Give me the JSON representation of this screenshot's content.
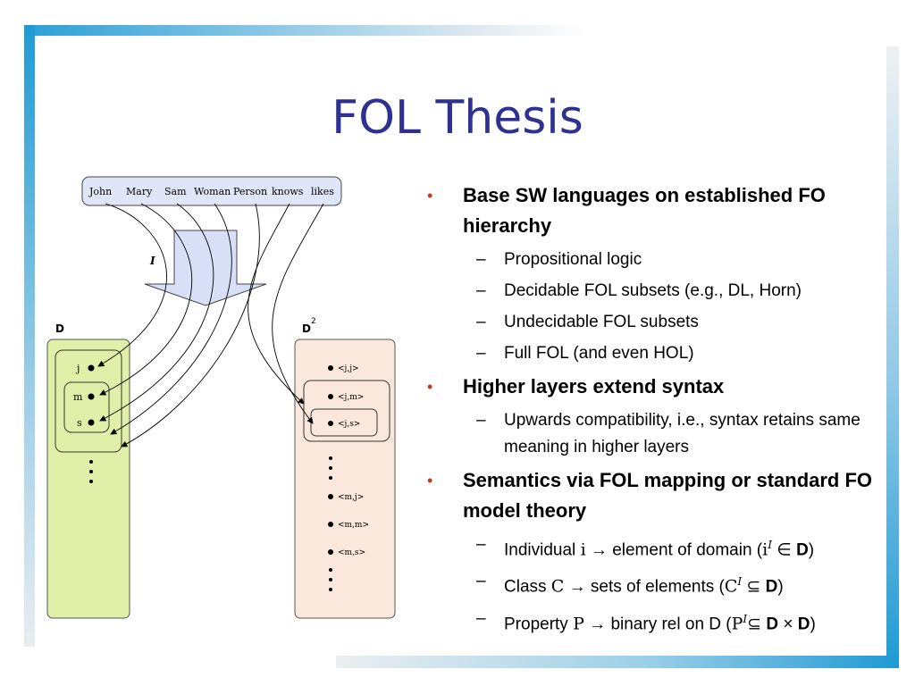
{
  "slide": {
    "title": "FOL Thesis",
    "colors": {
      "title": "#2e3192",
      "bullet_marker": "#c0392b",
      "frame": "#1f9ad3",
      "domain_box": "#e1f0a8",
      "pair_box": "#fbe8dc",
      "vocab_box": "#dfe6f8"
    }
  },
  "diagram": {
    "vocab": [
      "John",
      "Mary",
      "Sam",
      "Woman",
      "Person",
      "knows",
      "likes"
    ],
    "interp_label": "I",
    "domain_label": "D",
    "domain2_label": "D",
    "domain2_sup": "2",
    "elements": [
      "j",
      "m",
      "s"
    ],
    "pairs": [
      "<j,j>",
      "<j,m>",
      "<j,s>",
      "<m,j>",
      "<m,m>",
      "<m,s>"
    ]
  },
  "bullets": [
    {
      "text": "Base SW languages on established FO hierarchy",
      "subs": [
        "Propositional logic",
        "Decidable FOL subsets (e.g., DL, Horn)",
        "Undecidable FOL subsets",
        "Full FOL (and even HOL)"
      ]
    },
    {
      "text": "Higher layers extend syntax",
      "subs": [
        "Upwards compatibility, i.e., syntax retains same meaning in higher layers"
      ]
    },
    {
      "text": "Semantics via FOL mapping or standard FO model theory",
      "subs_rich": [
        {
          "pre": "Individual ",
          "sym": "i",
          "arrow": "→",
          "mid": " element of domain (",
          "sym2": "i",
          "sup": "I",
          "rel": " ∈ ",
          "bold": "D",
          "post": ")"
        },
        {
          "pre": "Class ",
          "sym": "C",
          "arrow": "→",
          "mid": " sets of elements (",
          "sym2": "C",
          "sup": "I",
          "rel": " ⊆ ",
          "bold": "D",
          "post": ")"
        },
        {
          "pre": "Property ",
          "sym": "P",
          "arrow": "→",
          "mid": " binary rel on D (",
          "sym2": "P",
          "sup": "I",
          "rel": "⊆ ",
          "bold": "D",
          "times": " × ",
          "bold2": "D",
          "post": ")"
        }
      ]
    }
  ],
  "markers": {
    "l1": "•",
    "l2": "–"
  }
}
